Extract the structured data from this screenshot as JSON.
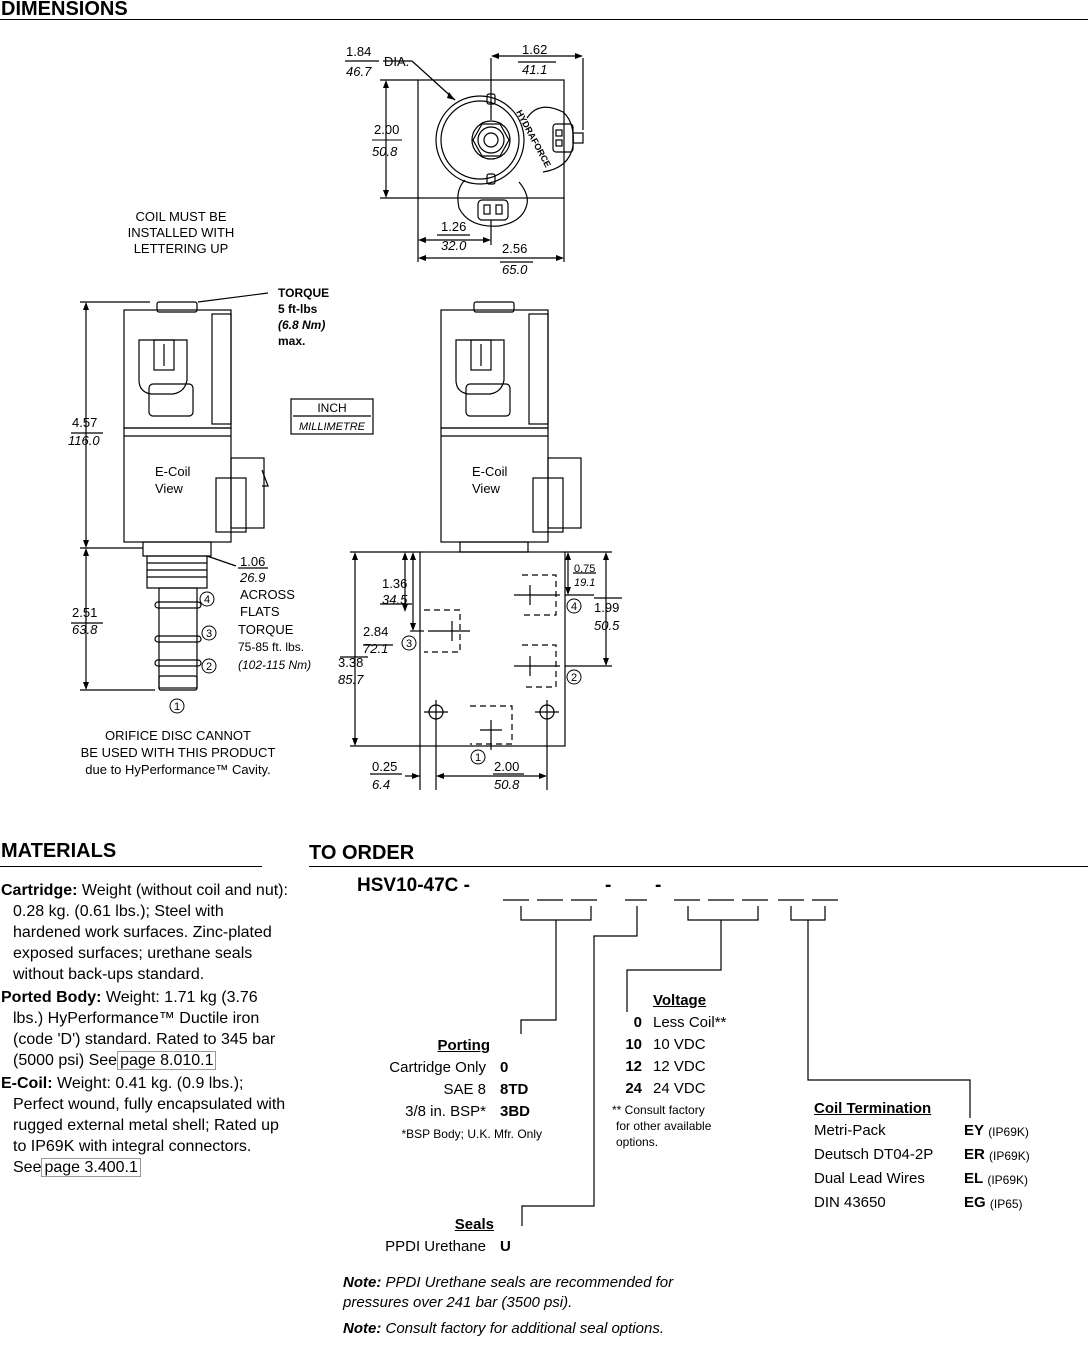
{
  "headers": {
    "dimensions": "DIMENSIONS",
    "materials": "MATERIALS",
    "to_order": "TO ORDER"
  },
  "top_view": {
    "dia_in": "1.84",
    "dia_mm": "46.7",
    "dia_label": "DIA.",
    "w_in": "1.62",
    "w_mm": "41.1",
    "h_in": "2.00",
    "h_mm": "50.8",
    "c_in": "1.26",
    "c_mm": "32.0",
    "t_in": "2.56",
    "t_mm": "65.0",
    "brand": "HYDRAFORCE"
  },
  "coil_note": [
    "COIL MUST BE",
    "INSTALLED WITH",
    "LETTERING UP"
  ],
  "torque_note": [
    "TORQUE",
    "5 ft-lbs",
    "(6.8 Nm)",
    "max."
  ],
  "units_box": {
    "top": "INCH",
    "bottom": "MILLIMETRE"
  },
  "side_view": {
    "h_in": "4.57",
    "h_mm": "116.0",
    "view_label": [
      "E-Coil",
      "View"
    ],
    "flats_in": "1.06",
    "flats_mm": "26.9",
    "flats_text": [
      "ACROSS",
      "FLATS",
      "TORQUE",
      "75-85 ft. lbs.",
      "(102-115 Nm)"
    ],
    "cart_in": "2.51",
    "cart_mm": "63.8"
  },
  "orifice_note": [
    "ORIFICE DISC CANNOT",
    "BE USED WITH THIS PRODUCT",
    "due to HyPerformance™ Cavity."
  ],
  "body_view": {
    "view_label": [
      "E-Coil",
      "View"
    ],
    "d1_in": "1.36",
    "d1_mm": "34.5",
    "d2_in": "2.84",
    "d2_mm": "72.1",
    "d3_in": "3.38",
    "d3_mm": "85.7",
    "d4_in": "0.75",
    "d4_mm": "19.1",
    "d5_in": "1.99",
    "d5_mm": "50.5",
    "d6_in": "0.25",
    "d6_mm": "6.4",
    "d7_in": "2.00",
    "d7_mm": "50.8"
  },
  "ports": {
    "p1": "1",
    "p2": "2",
    "p3": "3",
    "p4": "4"
  },
  "materials": {
    "cartridge_label": "Cartridge:",
    "cartridge_text": "Weight (without coil and nut): 0.28 kg. (0.61 lbs.); Steel with hardened work surfaces. Zinc-plated exposed surfaces; urethane seals without back-ups standard.",
    "body_label": "Ported Body:",
    "body_text": "Weight: 1.71 kg (3.76 lbs.) HyPerformance™ Ductile iron (code 'D') standard. Rated to 345 bar (5000 psi) See",
    "body_link": "page 8.010.1",
    "coil_label": "E-Coil:",
    "coil_text": "Weight: 0.41 kg. (0.9 lbs.); Perfect wound, fully encapsulated with rugged external metal shell; Rated up to IP69K with integral connectors. See",
    "coil_link": "page 3.400.1"
  },
  "order": {
    "code": "HSV10-47C -",
    "dash": "-",
    "dash2": "-",
    "porting": {
      "title": "Porting",
      "rows": [
        {
          "label": "Cartridge Only",
          "code": "0"
        },
        {
          "label": "SAE 8",
          "code": "8TD"
        },
        {
          "label": "3/8 in. BSP*",
          "code": "3BD"
        }
      ],
      "note": "*BSP Body; U.K. Mfr. Only"
    },
    "voltage": {
      "title": "Voltage",
      "rows": [
        {
          "code": "0",
          "label": "Less Coil**"
        },
        {
          "code": "10",
          "label": "10 VDC"
        },
        {
          "code": "12",
          "label": "12 VDC"
        },
        {
          "code": "24",
          "label": "24 VDC"
        }
      ],
      "note": [
        "** Consult factory",
        "for other available",
        "options."
      ]
    },
    "coil_term": {
      "title": "Coil Termination",
      "rows": [
        {
          "label": "Metri-Pack",
          "code": "EY",
          "rating": "(IP69K)"
        },
        {
          "label": "Deutsch DT04-2P",
          "code": "ER",
          "rating": "(IP69K)"
        },
        {
          "label": "Dual Lead Wires",
          "code": "EL",
          "rating": "(IP69K)"
        },
        {
          "label": "DIN 43650",
          "code": "EG",
          "rating": "(IP65)"
        }
      ]
    },
    "seals": {
      "title": "Seals",
      "label": "PPDI Urethane",
      "code": "U"
    },
    "note1_label": "Note:",
    "note1_text": "PPDI Urethane seals are recommended for pressures over 241 bar (3500 psi).",
    "note2_label": "Note:",
    "note2_text": "Consult factory for additional seal options."
  }
}
